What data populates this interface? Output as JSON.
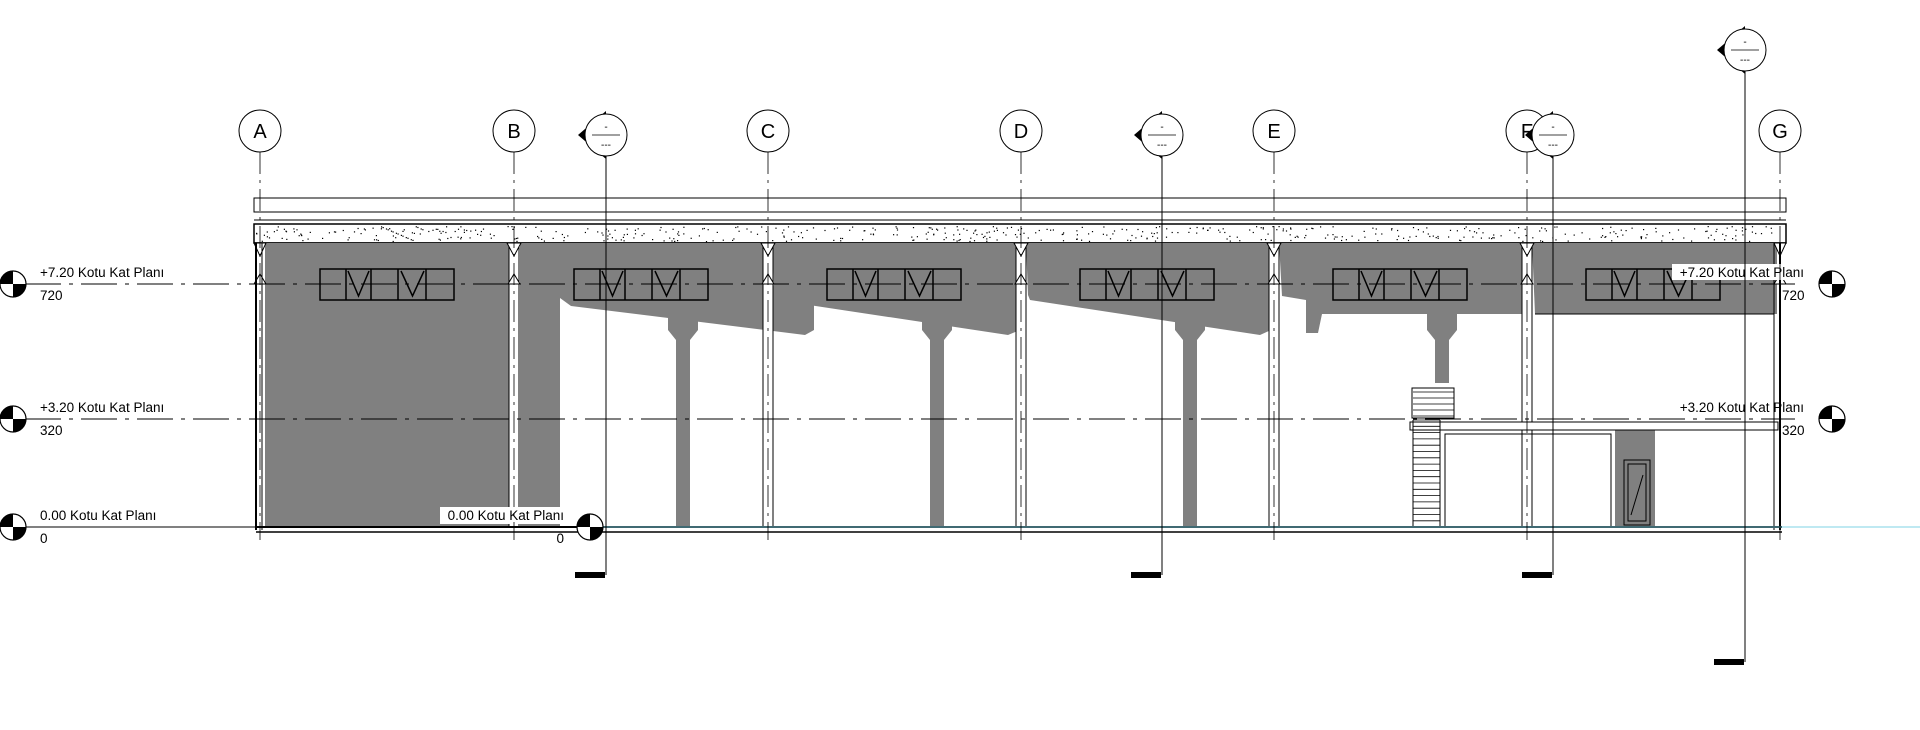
{
  "grid_lines": [
    {
      "label": "A"
    },
    {
      "label": "B"
    },
    {
      "label": "C"
    },
    {
      "label": "D"
    },
    {
      "label": "E"
    },
    {
      "label": "F"
    },
    {
      "label": "G"
    }
  ],
  "levels": {
    "top": {
      "name": "+7.20 Kotu Kat Planı",
      "value": "720"
    },
    "mid": {
      "name": "+3.20 Kotu Kat Planı",
      "value": "320"
    },
    "ground": {
      "name": "0.00 Kotu Kat Planı",
      "value": "0"
    }
  },
  "section_marks": [
    {
      "label_top": "-",
      "label_bottom": "---"
    },
    {
      "label_top": "-",
      "label_bottom": "---"
    },
    {
      "label_top": "-",
      "label_bottom": "---"
    },
    {
      "label_top": "-",
      "label_bottom": "---"
    }
  ],
  "colors": {
    "line": "#000000",
    "fill_dark": "#808080",
    "grade_line": "#7fd3e6"
  }
}
